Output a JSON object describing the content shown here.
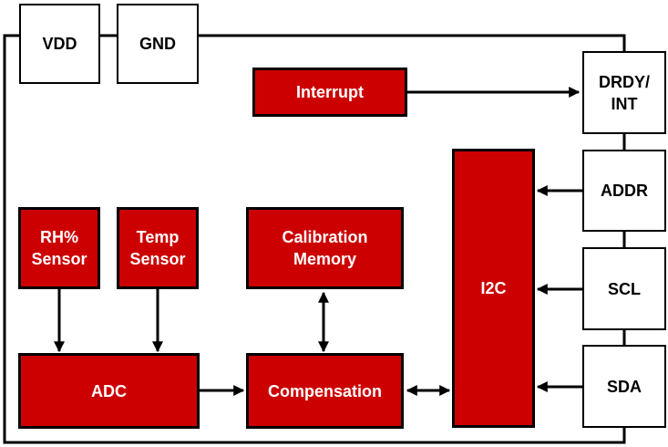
{
  "blocks": {
    "vdd": "VDD",
    "gnd": "GND",
    "interrupt": "Interrupt",
    "drdy_int": "DRDY/\nINT",
    "addr": "ADDR",
    "scl": "SCL",
    "sda": "SDA",
    "rh_sensor": "RH%\nSensor",
    "temp_sensor": "Temp\nSensor",
    "calibration_memory": "Calibration\nMemory",
    "i2c": "I2C",
    "adc": "ADC",
    "compensation": "Compensation"
  },
  "colors": {
    "block_fill": "#cc0000",
    "block_text": "#ffffff",
    "pin_fill": "#ffffff",
    "line": "#000000"
  }
}
